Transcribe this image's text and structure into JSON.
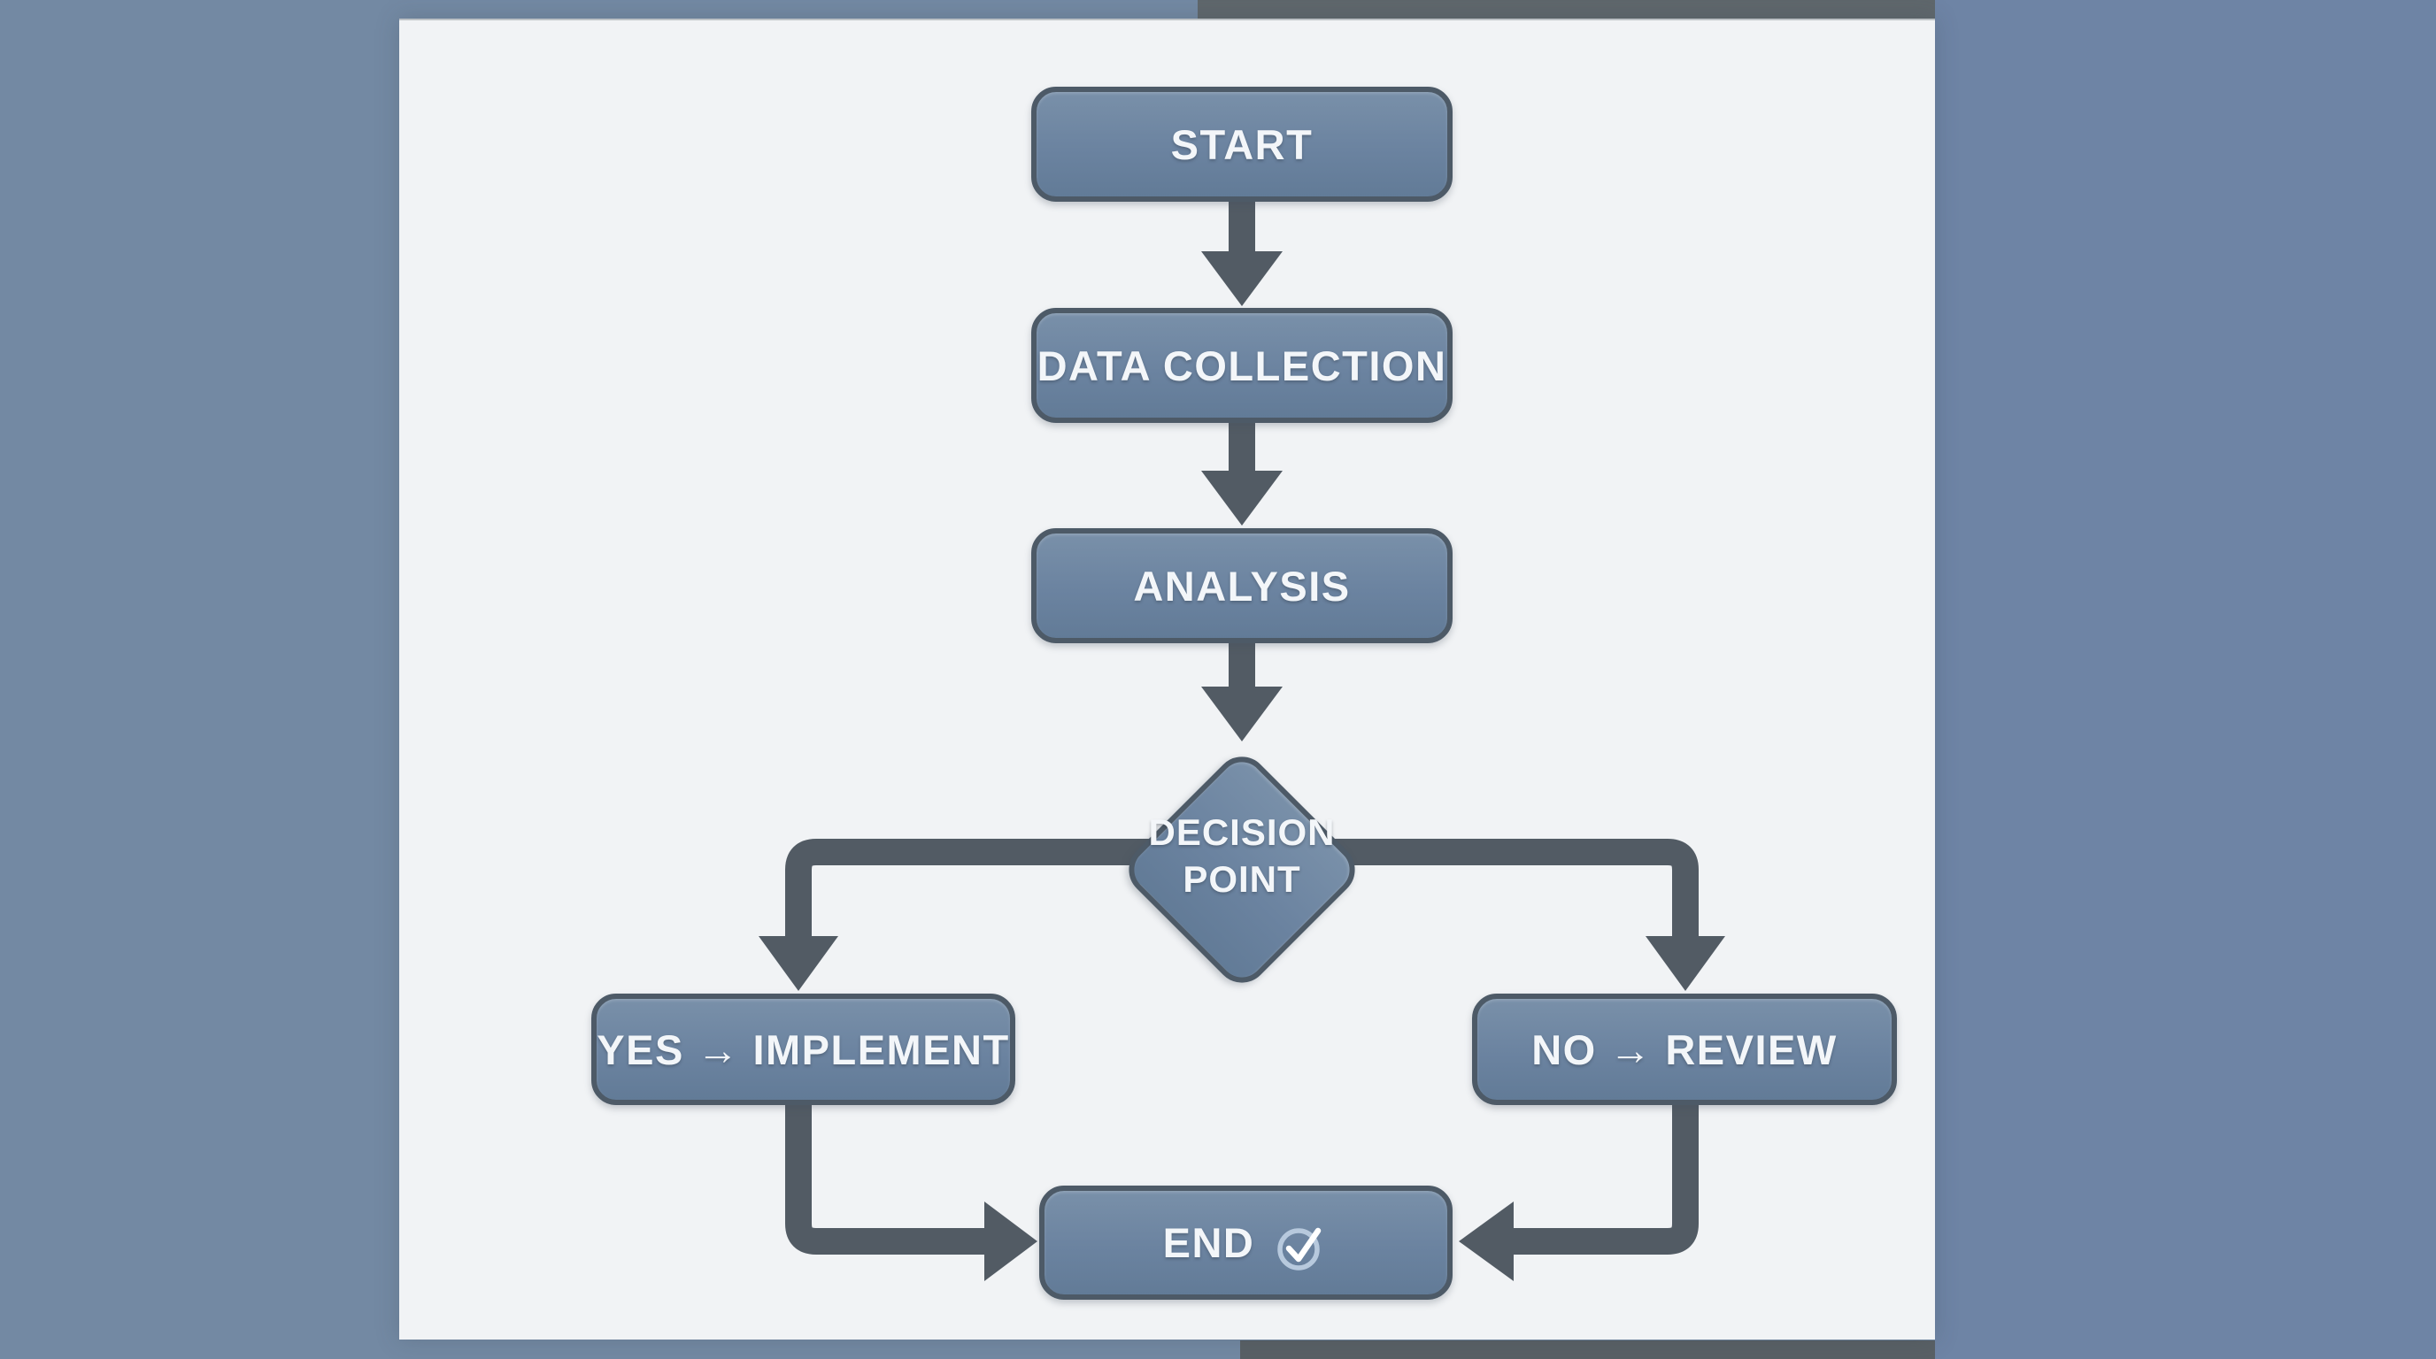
{
  "diagram": {
    "nodes": {
      "start": {
        "label": "START"
      },
      "data_collection": {
        "label": "DATA COLLECTION"
      },
      "analysis": {
        "label": "ANALYSIS"
      },
      "decision": {
        "line1": "DECISION",
        "line2": "POINT"
      },
      "yes_implement": {
        "label": "YES → IMPLEMENT"
      },
      "no_review": {
        "label": "NO → REVIEW"
      },
      "end": {
        "label": "END"
      }
    },
    "edges": [
      {
        "from": "start",
        "to": "data_collection"
      },
      {
        "from": "data_collection",
        "to": "analysis"
      },
      {
        "from": "analysis",
        "to": "decision"
      },
      {
        "from": "decision",
        "to": "yes_implement",
        "branch": "YES"
      },
      {
        "from": "decision",
        "to": "no_review",
        "branch": "NO"
      },
      {
        "from": "yes_implement",
        "to": "end"
      },
      {
        "from": "no_review",
        "to": "end"
      }
    ],
    "icons": {
      "end_icon": "check-circle-icon"
    },
    "colors": {
      "background_left": "#7389a3",
      "background_right": "#6e84a5",
      "strip_top": "#5f676c",
      "strip_bottom": "#596065",
      "panel": "#f1f3f5",
      "node_fill_top": "#7990a9",
      "node_fill": "#6b83a0",
      "node_fill_bottom": "#627b97",
      "node_border": "#4d5a67",
      "node_text": "#f3f6f9",
      "connector": "#525b64",
      "check_ring": "#b7c9dd",
      "check_mark": "#ffffff"
    }
  }
}
